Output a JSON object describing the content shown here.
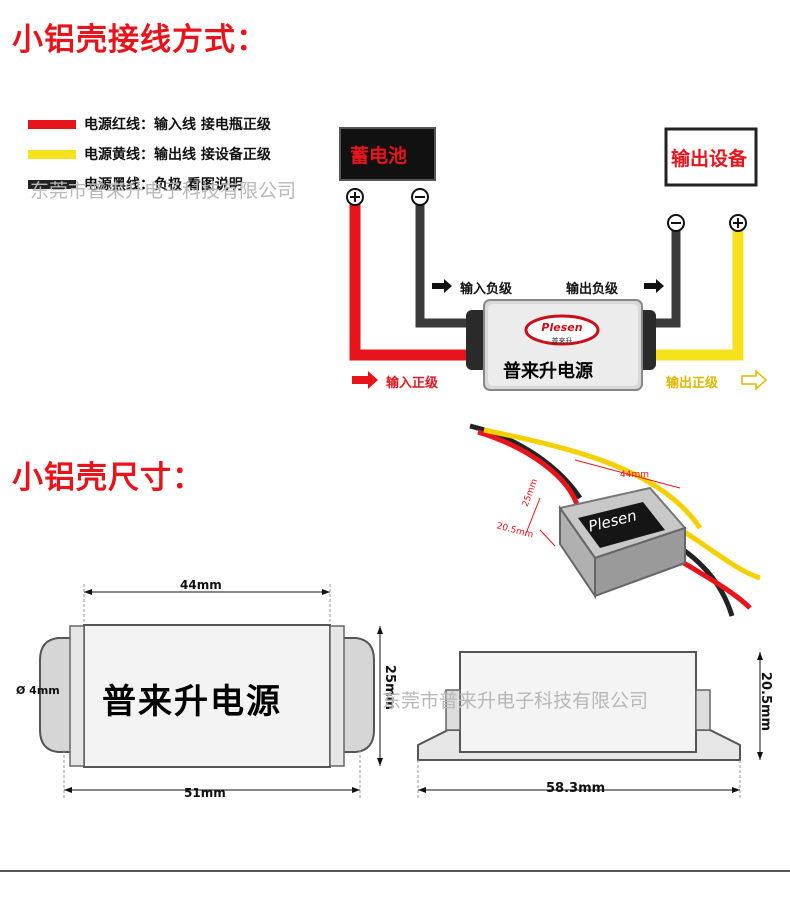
{
  "wiring_section": {
    "title": "小铝壳接线方式：",
    "legend": [
      {
        "label": "电源红线：输入线 接电瓶正级",
        "color": "#e8141c"
      },
      {
        "label": "电源黄线：输出线 接设备正级",
        "color": "#f5e11c"
      },
      {
        "label": "电源黑线：负极 看图说明",
        "color": "#222222"
      }
    ],
    "battery_label": "蓄电池",
    "device_label": "输出设备",
    "input_negative": "输入负级",
    "output_negative": "输出负级",
    "input_positive": "输入正级",
    "output_positive": "输出正级",
    "brand_logo": "Plesen",
    "brand_logo_sub": "普来升",
    "module_name": "普来升电源"
  },
  "size_section": {
    "title": "小铝壳尺寸：",
    "photo_dims": {
      "length": "44mm",
      "width": "25mm",
      "height": "20.5mm"
    },
    "photo_brand": "Plesen",
    "top_view": {
      "body_length": "44mm",
      "total_length": "51mm",
      "width": "25mm",
      "hole": "Ø 4mm",
      "label": "普来升电源"
    },
    "side_view": {
      "total_length": "58.3mm",
      "height": "20.5mm"
    }
  },
  "watermarks": [
    "东莞市普来升电子科技有限公司",
    "东莞市普来升电子科技有限公司"
  ],
  "icons": [
    "plus-terminal-icon",
    "minus-terminal-icon",
    "arrow-right-icon"
  ],
  "colors": {
    "red": "#e8141c",
    "yellow": "#f5e11c",
    "black": "#222222",
    "accent": "#e8141c"
  }
}
